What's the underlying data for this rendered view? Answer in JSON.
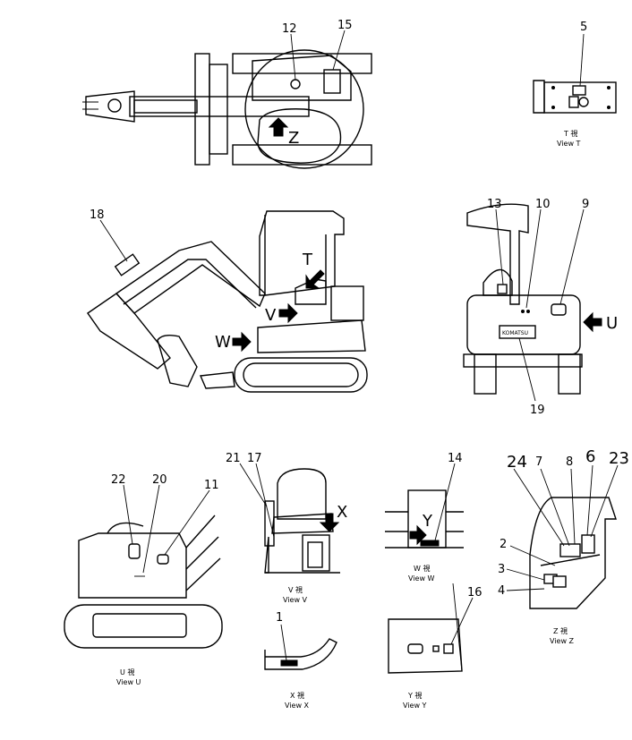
{
  "callouts": {
    "n1": "1",
    "n2": "2",
    "n3": "3",
    "n4": "4",
    "n5": "5",
    "n6": "6",
    "n7": "7",
    "n8": "8",
    "n9": "9",
    "n10": "10",
    "n11": "11",
    "n12": "12",
    "n13": "13",
    "n14": "14",
    "n15": "15",
    "n16": "16",
    "n17": "17",
    "n18": "18",
    "n19": "19",
    "n20": "20",
    "n21": "21",
    "n22": "22",
    "n23": "23",
    "n24": "24"
  },
  "view_markers": {
    "z": "Z",
    "t": "T",
    "v": "V",
    "w": "W",
    "u": "U",
    "x": "X",
    "y": "Y"
  },
  "captions": {
    "t_jp": "T 視",
    "t_en": "View T",
    "v_jp": "V 視",
    "v_en": "View V",
    "w_jp": "W 視",
    "w_en": "View W",
    "u_jp": "U 視",
    "u_en": "View U",
    "x_jp": "X 視",
    "x_en": "View X",
    "y_jp": "Y 視",
    "y_en": "View Y",
    "z_jp": "Z 視",
    "z_en": "View Z"
  },
  "plate_text": "KOMATSU"
}
